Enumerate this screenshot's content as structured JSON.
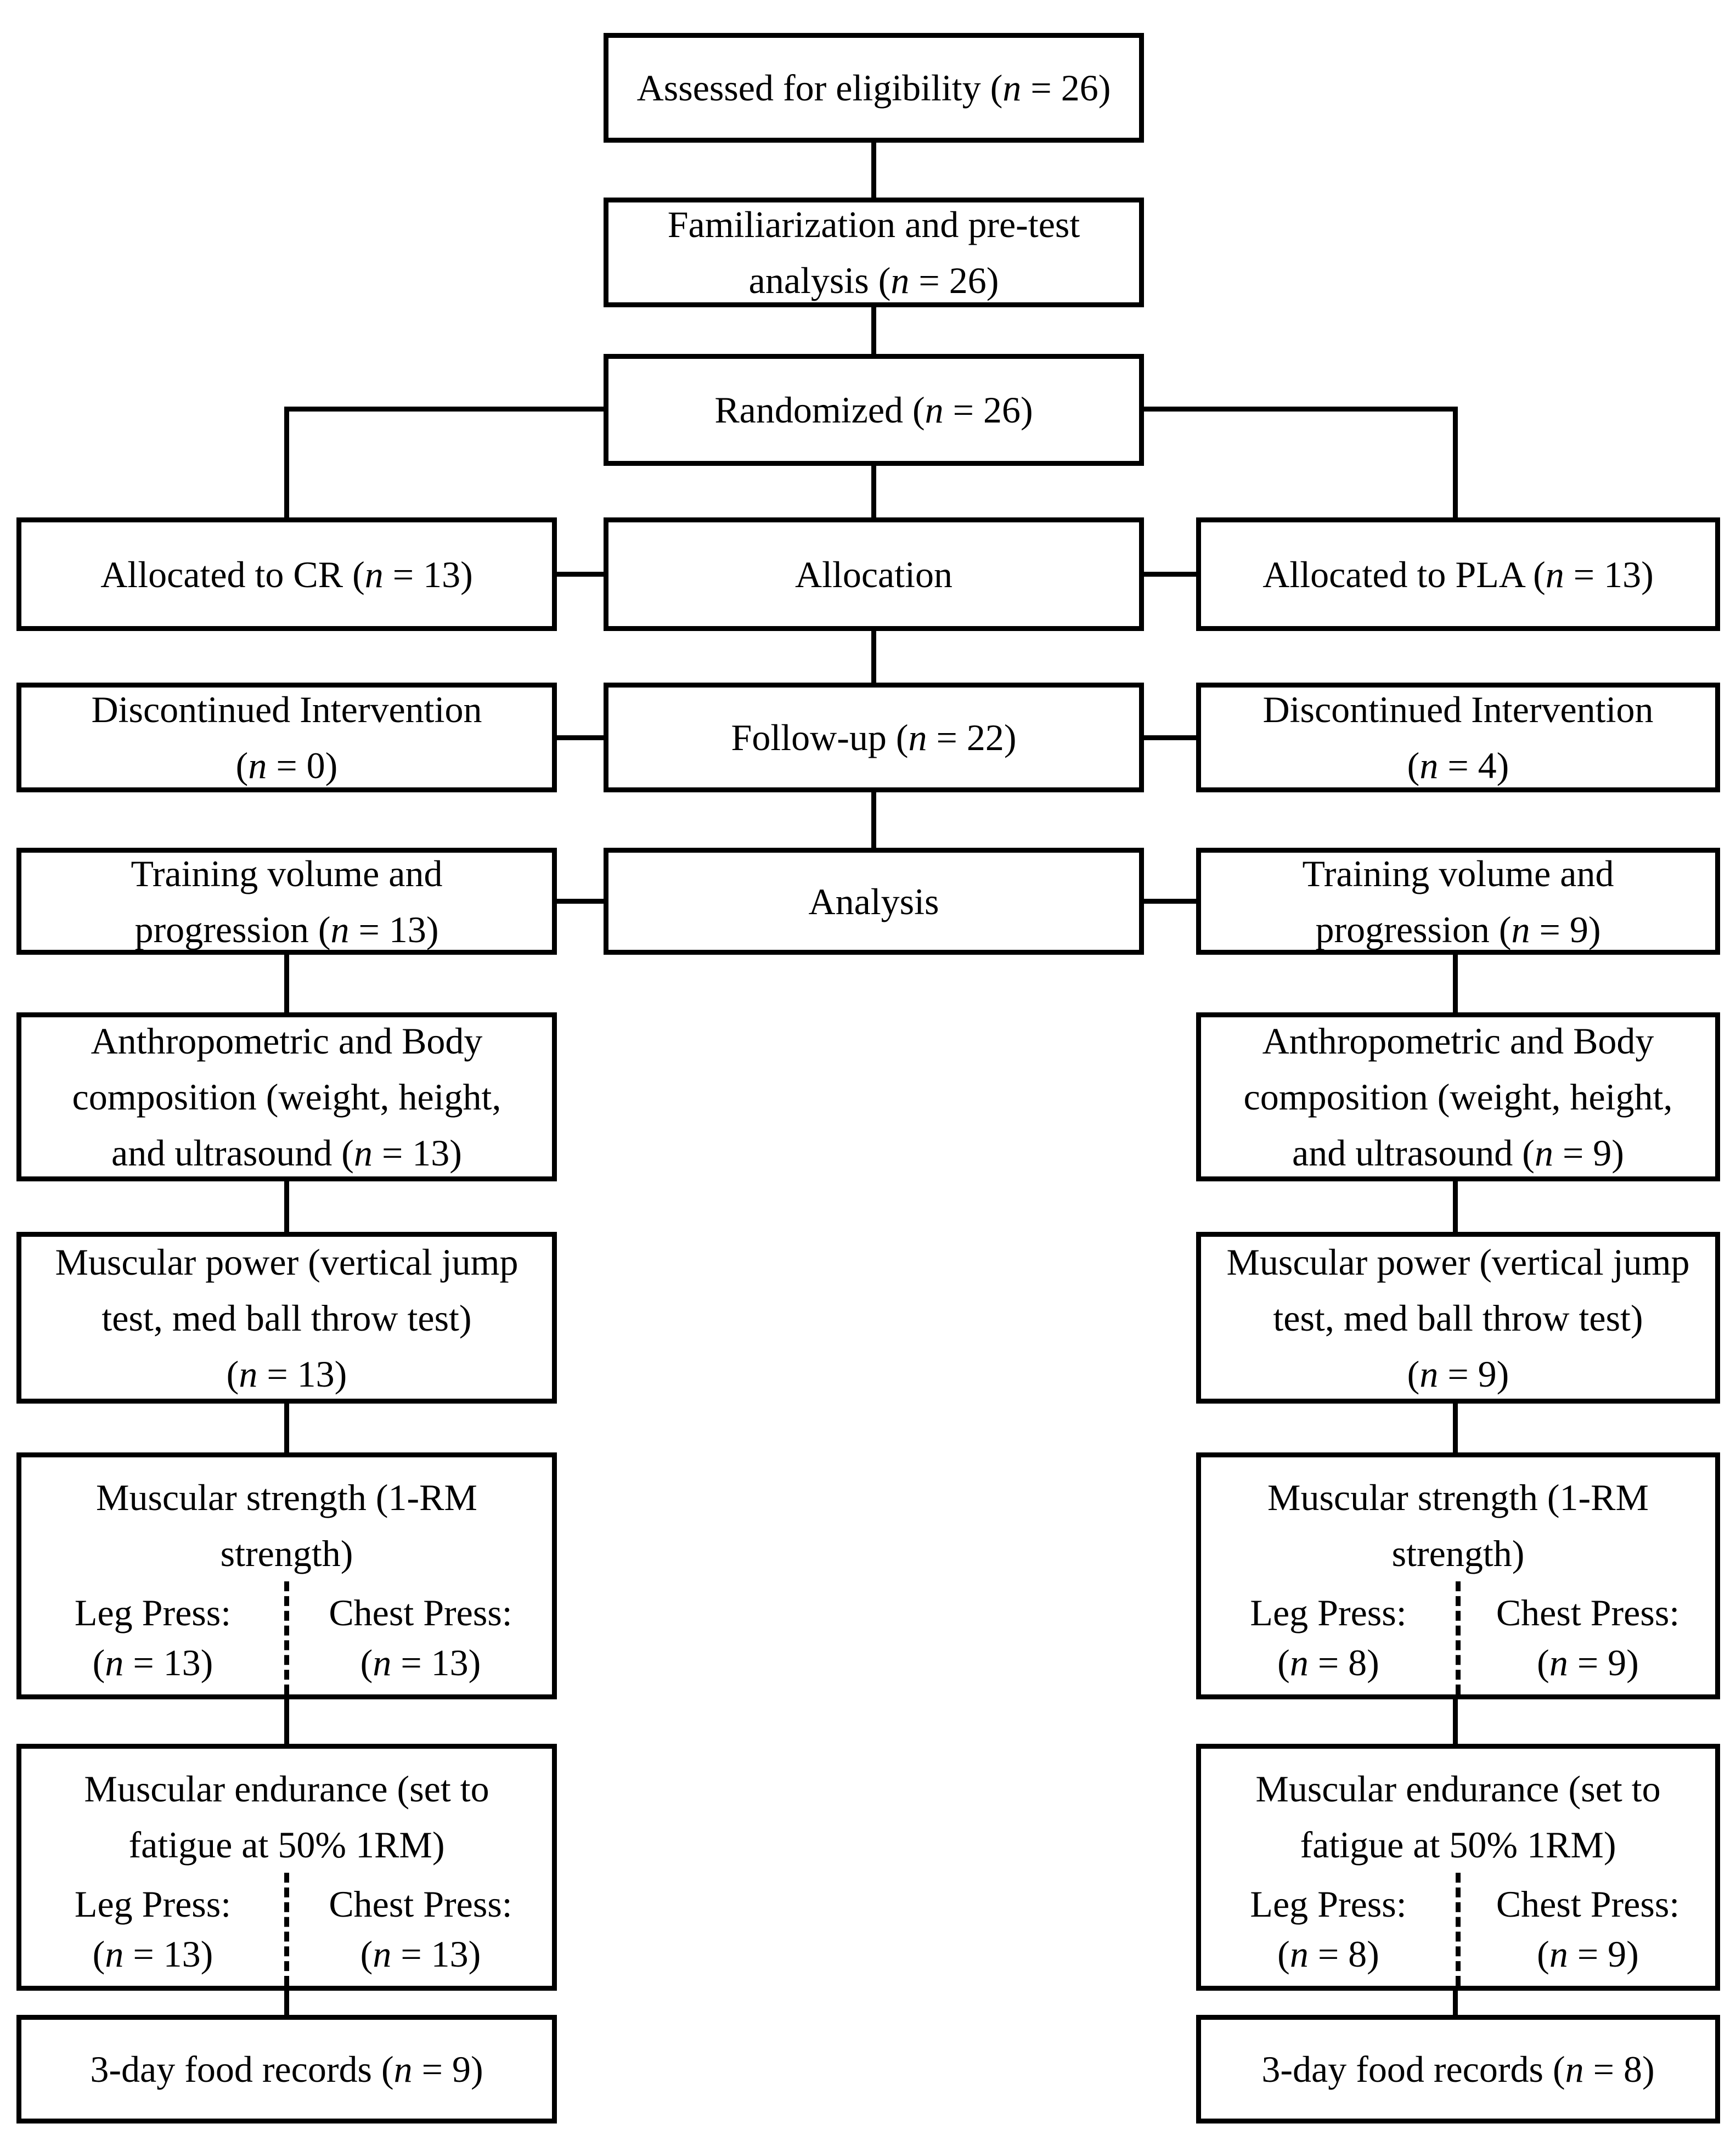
{
  "figure": {
    "type": "consort-flow-diagram",
    "background_color": "#ffffff",
    "line_color": "#000000",
    "boxes": {
      "assessed": {
        "text": "Assessed for eligibility (n = 26)"
      },
      "familiarization": {
        "lines": [
          "Familiarization and pre-test",
          "analysis (n = 26)"
        ]
      },
      "randomized": {
        "text": "Randomized (n = 26)"
      },
      "allocation_label": {
        "text": "Allocation"
      },
      "allocated_cr": {
        "text": "Allocated to CR (n = 13)"
      },
      "allocated_pla": {
        "text": "Allocated to PLA (n = 13)"
      },
      "followup_label": {
        "text": "Follow-up (n = 22)"
      },
      "discontinued_cr": {
        "lines": [
          "Discontinued Intervention",
          "(n = 0)"
        ]
      },
      "discontinued_pla": {
        "lines": [
          "Discontinued Intervention",
          "(n = 4)"
        ]
      },
      "analysis_label": {
        "text": "Analysis"
      },
      "training_cr": {
        "lines": [
          "Training volume and",
          "progression (n = 13)"
        ]
      },
      "training_pla": {
        "lines": [
          "Training volume and",
          "progression (n = 9)"
        ]
      },
      "anthropometric_cr": {
        "lines": [
          "Anthropometric and Body",
          "composition (weight, height,",
          "and ultrasound (n = 13)"
        ]
      },
      "anthropometric_pla": {
        "lines": [
          "Anthropometric and Body",
          "composition (weight, height,",
          "and ultrasound (n = 9)"
        ]
      },
      "power_cr": {
        "lines": [
          "Muscular power (vertical jump",
          "test, med ball throw test)",
          "(n = 13)"
        ]
      },
      "power_pla": {
        "lines": [
          "Muscular power (vertical jump",
          "test, med ball throw test)",
          "(n = 9)"
        ]
      },
      "strength_cr": {
        "title_lines": [
          "Muscular strength (1-RM",
          "strength)"
        ],
        "leg_label": "Leg Press:",
        "leg_n": "(n = 13)",
        "chest_label": "Chest Press:",
        "chest_n": "(n = 13)"
      },
      "strength_pla": {
        "title_lines": [
          "Muscular strength (1-RM",
          "strength)"
        ],
        "leg_label": "Leg Press:",
        "leg_n": "(n = 8)",
        "chest_label": "Chest Press:",
        "chest_n": "(n = 9)"
      },
      "endurance_cr": {
        "title_lines": [
          "Muscular endurance (set to",
          "fatigue at 50% 1RM)"
        ],
        "leg_label": "Leg Press:",
        "leg_n": "(n = 13)",
        "chest_label": "Chest Press:",
        "chest_n": "(n = 13)"
      },
      "endurance_pla": {
        "title_lines": [
          "Muscular endurance (set to",
          "fatigue at 50% 1RM)"
        ],
        "leg_label": "Leg Press:",
        "leg_n": "(n = 8)",
        "chest_label": "Chest Press:",
        "chest_n": "(n = 9)"
      },
      "food_cr": {
        "text": "3-day food records (n = 9)"
      },
      "food_pla": {
        "text": "3-day food records (n = 8)"
      }
    }
  }
}
